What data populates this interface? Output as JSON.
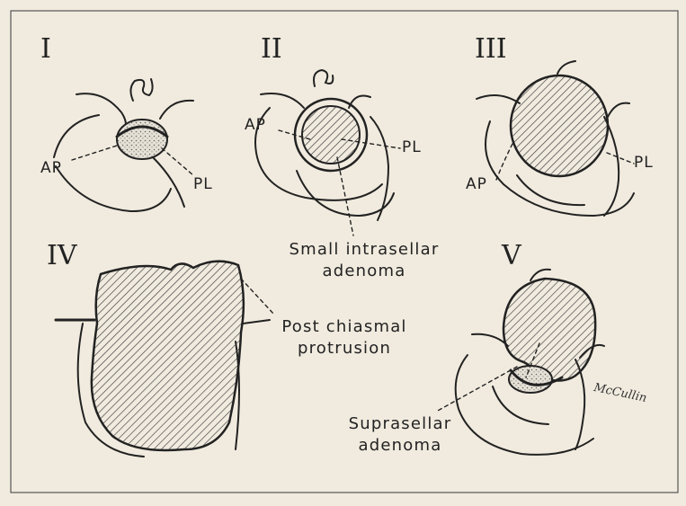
{
  "figure": {
    "panels": [
      {
        "numeral": "I",
        "labels": [
          "AP",
          "PL"
        ]
      },
      {
        "numeral": "II",
        "labels": [
          "AP",
          "PL"
        ],
        "caption": [
          "Small intrasellar",
          "adenoma"
        ]
      },
      {
        "numeral": "III",
        "labels": [
          "AP",
          "PL"
        ]
      },
      {
        "numeral": "IV",
        "caption": [
          "Post chiasmal",
          "protrusion"
        ]
      },
      {
        "numeral": "V",
        "caption": [
          "Suprasellar",
          "adenoma"
        ]
      }
    ],
    "signature": "McCullin",
    "colors": {
      "paper": "#f1ebdf",
      "ink": "#222222",
      "hatch": "#3a3a3a",
      "stipple_fill": "#cfcfcf"
    }
  }
}
